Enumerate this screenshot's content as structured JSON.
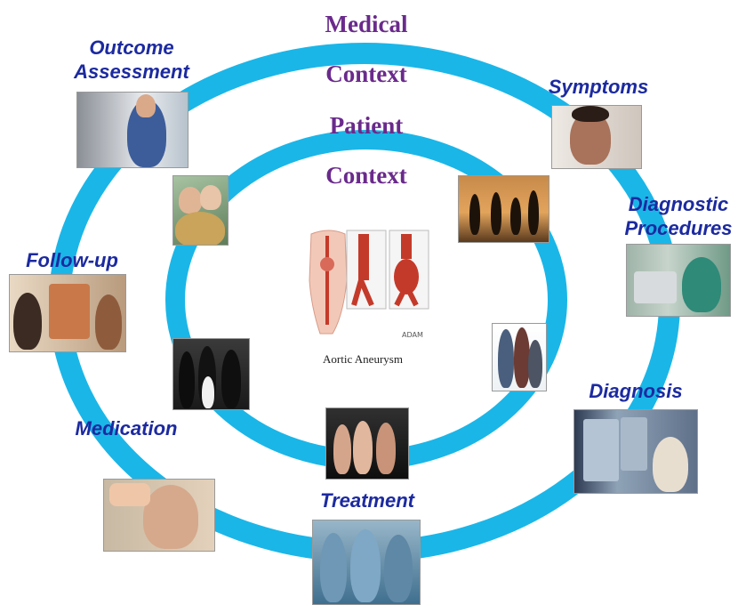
{
  "outer_context": {
    "line1": "Medical",
    "line2": "Context"
  },
  "inner_context": {
    "line1": "Patient",
    "line2": "Context"
  },
  "stages": {
    "outcome_assessment": {
      "line1": "Outcome",
      "line2": "Assessment"
    },
    "symptoms": "Symptoms",
    "diagnostic_procedures": {
      "line1": "Diagnostic",
      "line2": "Procedures"
    },
    "follow_up": "Follow-up",
    "diagnosis": "Diagnosis",
    "medication": "Medication",
    "treatment": "Treatment"
  },
  "center": {
    "caption": "Aortic Aneurysm",
    "credit": "ADAM"
  },
  "colors": {
    "ring": "#1ab6e8",
    "stage_text": "#1c2aa0",
    "context_text": "#6a2a8c"
  }
}
